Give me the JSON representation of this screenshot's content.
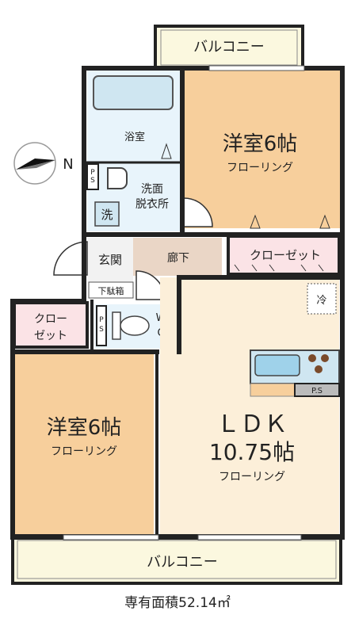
{
  "rooms": {
    "balcony_top": "バルコニー",
    "balcony_bottom": "バルコニー",
    "bathroom": "浴室",
    "washroom_line1": "洗面",
    "washroom_line2": "脱衣所",
    "washer": "洗",
    "ps1": "P\nS",
    "ps2": "P\nS",
    "ps3": "P.S",
    "bedroom_top_title": "洋室6帖",
    "bedroom_top_floor": "フローリング",
    "entrance": "玄関",
    "shoe_box": "下駄箱",
    "hallway": "廊下",
    "closet_right": "クローゼット",
    "closet_left_line1": "クロー",
    "closet_left_line2": "ゼット",
    "wc_line1": "W",
    "wc_line2": "C",
    "fridge": "冷",
    "bedroom_left_title": "洋室6帖",
    "bedroom_left_floor": "フローリング",
    "ldk_title": "ＬＤＫ",
    "ldk_size": "10.75帖",
    "ldk_floor": "フローリング"
  },
  "compass_label": "N",
  "footer": "専有面積52.14㎡",
  "colors": {
    "wall": "#222222",
    "bedroom_floor": "#f7cf9c",
    "ldk_floor": "#fcefd9",
    "wet_area": "#e8f4fb",
    "closet": "#fbe3e6",
    "hall": "#ead6c6",
    "balcony": "#fbf8df",
    "kitchen": "#cfe6f1"
  }
}
